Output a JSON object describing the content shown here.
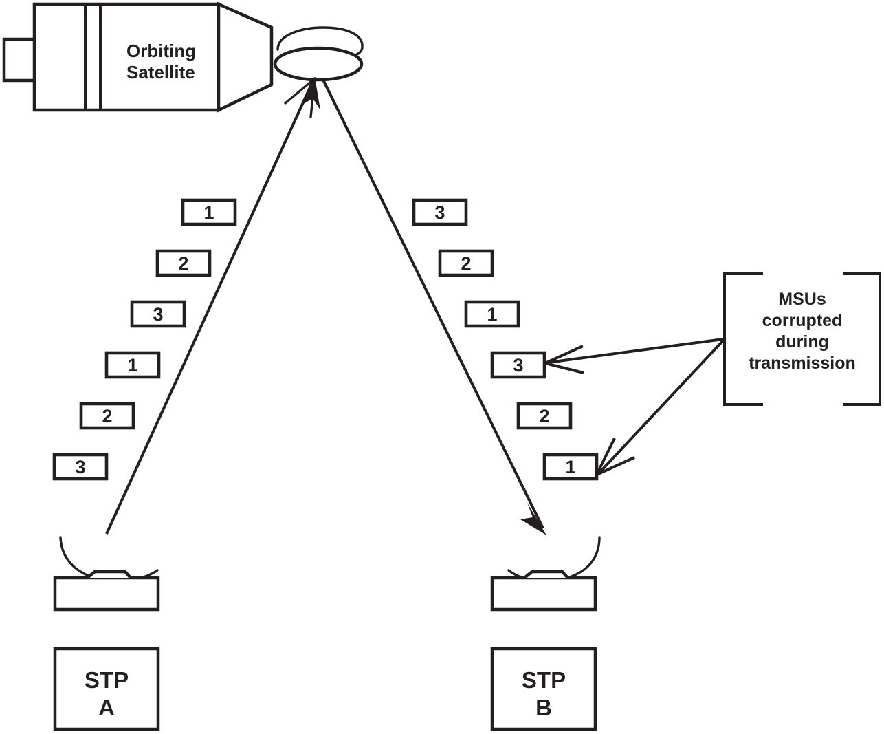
{
  "diagram": {
    "title": "Orbiting satellite MSU transmission with corruption",
    "colors": {
      "ink": "#231f20",
      "background": "#ffffff"
    }
  },
  "satellite": {
    "label_line1": "Orbiting",
    "label_line2": "Satellite",
    "antenna_name": "satellite-dish-antenna"
  },
  "uplink": {
    "from": "STP A",
    "to": "Orbiting Satellite",
    "msus": [
      {
        "label": "1"
      },
      {
        "label": "2"
      },
      {
        "label": "3"
      },
      {
        "label": "1"
      },
      {
        "label": "2"
      },
      {
        "label": "3"
      }
    ]
  },
  "downlink": {
    "from": "Orbiting Satellite",
    "to": "STP B",
    "msus": [
      {
        "label": "3",
        "corrupted": false
      },
      {
        "label": "2",
        "corrupted": false
      },
      {
        "label": "1",
        "corrupted": false
      },
      {
        "label": "3",
        "corrupted": true
      },
      {
        "label": "2",
        "corrupted": false
      },
      {
        "label": "1",
        "corrupted": true
      }
    ]
  },
  "annotation": {
    "line1": "MSUs",
    "line2": "corrupted",
    "line3": "during",
    "line4": "transmission"
  },
  "endpoints": [
    {
      "id": "stp-a",
      "line1": "STP",
      "line2": "A"
    },
    {
      "id": "stp-b",
      "line1": "STP",
      "line2": "B"
    }
  ]
}
